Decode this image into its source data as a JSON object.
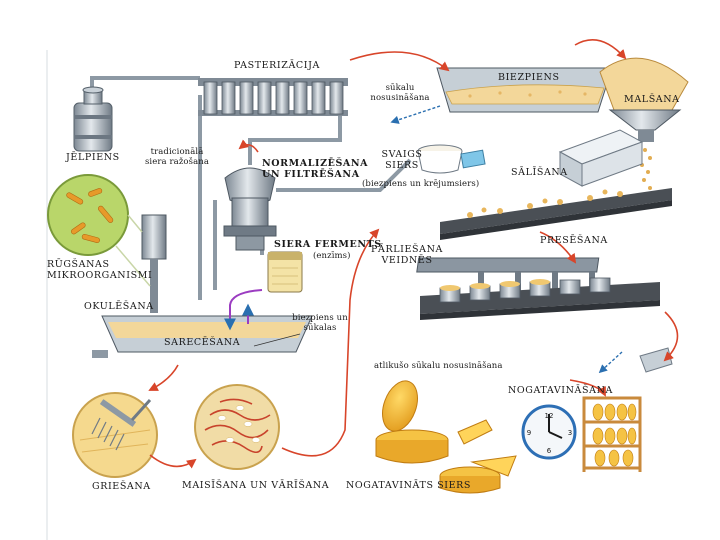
{
  "labels": {
    "pasterizacija": "PASTERIZĀCIJA",
    "biezpiens_top": "BIEZPIENS",
    "sukalu_nosusinasana": "sūkalu nosusināšana",
    "malsana": "MALŠANA",
    "jelpiens": "JĒLPIENS",
    "tradicionala_siera_razosana": "tradicionālā siera ražošana",
    "normalizesana_un_filtresana": "NORMALIZĒŠANA UN FILTRĒŠANA",
    "svaigs_siers": "SVAIGS SIERS",
    "svaigs_siers_note": "(biezpiens un krējumsiers)",
    "salisana": "SĀLĪŠANA",
    "siera_fermenti": "SIERA FERMENTS",
    "enzims": "(enzīms)",
    "parliesana_veidnes": "PĀRLIEŠANA VEIDNĒS",
    "presesana": "PRESĒŠANA",
    "rugsanas_mikroorganismi": "RŪGŠANAS MIKROORGANISMI",
    "okulesana": "OKULĒŠANA",
    "biezpiens_un_sukalas": "biezpiens un sūkalas",
    "sarecesana": "SARECĒŠANA",
    "atlikuso_sukalu_nosusinasana": "atlikušo sūkalu nosusināšana",
    "nogatavinasana": "NOGATAVINĀŠANA",
    "griesana": "GRIEŠANA",
    "maisisana_un_varisana": "MAISĪŠANA UN VĀRĪŠANA",
    "nogatavinats_siers": "NOGATAVINĀTS SIERS"
  },
  "colors": {
    "arrow": "#d8452a",
    "arrow_blue": "#2a6fb0",
    "steel": "#9aa7b2",
    "steel_dark": "#5f6b76",
    "curd": "#f3d79a",
    "cheese": "#f2b632",
    "cheese_dark": "#d8931c",
    "wood": "#c98a3c",
    "belt": "#4a4f55",
    "microbe_bg": "#b9d66a",
    "microbe": "#e79a2a",
    "mix_red": "#c8432c"
  },
  "clock_numbers": [
    "12",
    "3",
    "6",
    "9"
  ],
  "icons": {
    "milk_can": "milk-can-icon",
    "pasteurizer": "pasteurizer-plates-icon",
    "separator": "centrifugal-separator-icon",
    "curd_trough": "curd-trough-icon",
    "grinder": "grinder-hopper-icon",
    "salt_block": "salt-block-icon",
    "fresh_cheese_tub": "fresh-cheese-tub-icon",
    "conveyor_top": "conveyor-belt-icon",
    "press": "cheese-press-icon",
    "enzyme_jar": "enzyme-jar-icon",
    "vat": "cheese-vat-icon",
    "microbes": "microbes-magnified-icon",
    "cutting_harp": "curd-cutting-harp-icon",
    "mixing": "mixing-heating-icon",
    "cheese_wheels": "aged-cheese-wheels-icon",
    "clock": "clock-icon",
    "shelf": "ripening-shelf-icon"
  }
}
